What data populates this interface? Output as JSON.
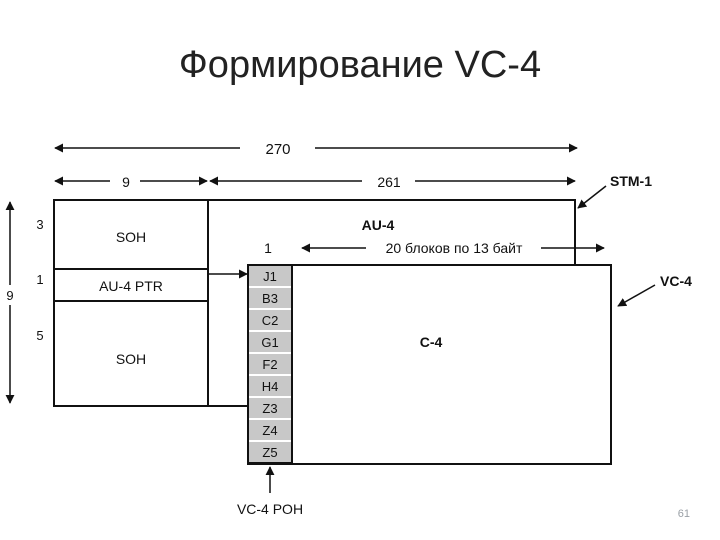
{
  "title": "Формирование VC-4",
  "dimensions": {
    "total": "270",
    "left": "9",
    "right": "261",
    "rows_total": "9",
    "rows_top": "3",
    "rows_ptr": "1",
    "rows_bottom": "5"
  },
  "blocks": {
    "soh_top": "SOH",
    "au4_ptr": "AU-4 PTR",
    "soh_bottom": "SOH",
    "au4": "AU-4",
    "c4": "C-4"
  },
  "labels": {
    "stm1": "STM-1",
    "vc4": "VC-4",
    "col_one": "1",
    "blocks_note": "20 блоков по 13 байт",
    "poh": "VC-4 POH"
  },
  "poh_bytes": [
    "J1",
    "B3",
    "C2",
    "G1",
    "F2",
    "H4",
    "Z3",
    "Z4",
    "Z5"
  ],
  "page_number": "61"
}
